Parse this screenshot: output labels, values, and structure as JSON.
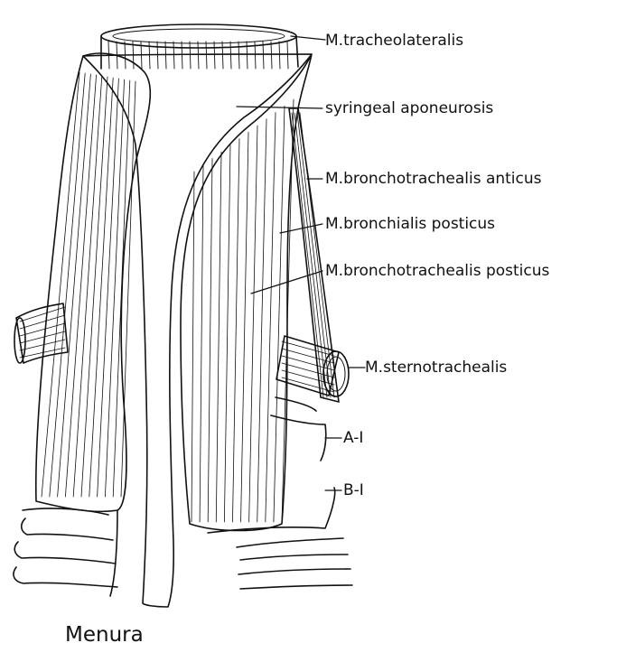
{
  "figure": {
    "caption": "Menura",
    "labels": {
      "tracheolateralis": "M.tracheolateralis",
      "aponeurosis": "syringeal aponeurosis",
      "bt_anticus": "M.bronchotrachealis anticus",
      "bronchialis_posticus": "M.bronchialis posticus",
      "bt_posticus": "M.bronchotrachealis posticus",
      "sternotrachealis": "M.sternotrachealis",
      "a1": "A-I",
      "b1": "B-I"
    },
    "colors": {
      "ink": "#111111",
      "paper": "#ffffff"
    }
  }
}
